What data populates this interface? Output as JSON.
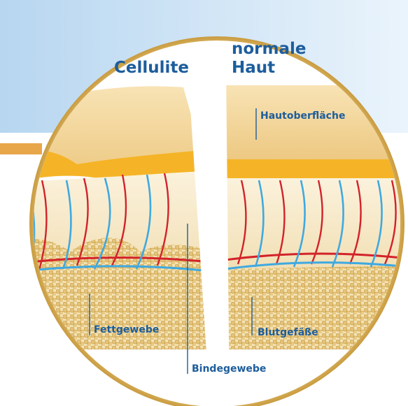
{
  "panels": {
    "left_title": "Cellulite",
    "right_title_line1": "normale",
    "right_title_line2": "Haut"
  },
  "labels": {
    "skin_surface": "Hautoberfläche",
    "fat_tissue": "Fettgewebe",
    "blood_vessels": "Blutgefäße",
    "connective_tissue": "Bindegewebe"
  },
  "colors": {
    "label_text": "#1d5d9c",
    "skin_top": "#f3d9a6",
    "epidermis": "#f5b427",
    "artery": "#d3222a",
    "vein": "#3fa9e0",
    "fat": "#e8cf8e",
    "circle_border": "#d8b25a",
    "background_band": "#cfe5f6"
  }
}
